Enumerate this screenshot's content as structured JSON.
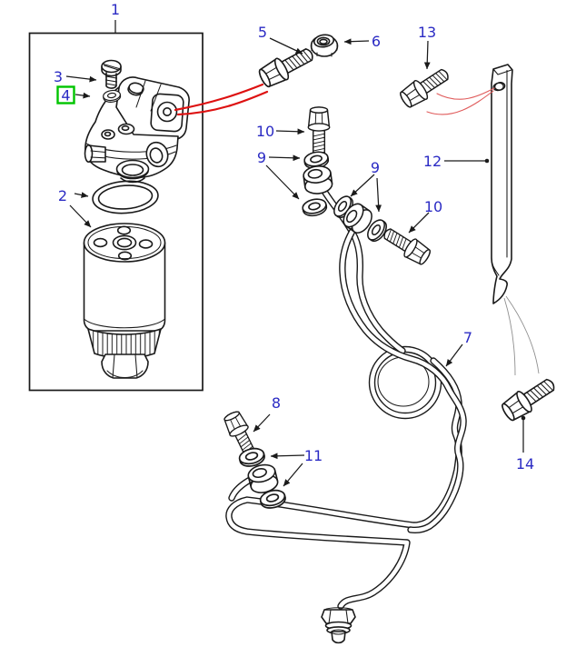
{
  "figure": {
    "background_color": "#ffffff",
    "label_color": "#2b2bc4",
    "highlight_color": "#00c400",
    "red_callout_color": "#dd1111",
    "line_color": "#1a1a1a",
    "highlighted_callout": "4",
    "callouts": {
      "c1": "1",
      "c2": "2",
      "c3": "3",
      "c4": "4",
      "c5": "5",
      "c6": "6",
      "c7": "7",
      "c8": "8",
      "c9_first": "9",
      "c9_second": "9",
      "c10_first": "10",
      "c10_second": "10",
      "c11": "11",
      "c12": "12",
      "c13": "13",
      "c14": "14"
    }
  }
}
